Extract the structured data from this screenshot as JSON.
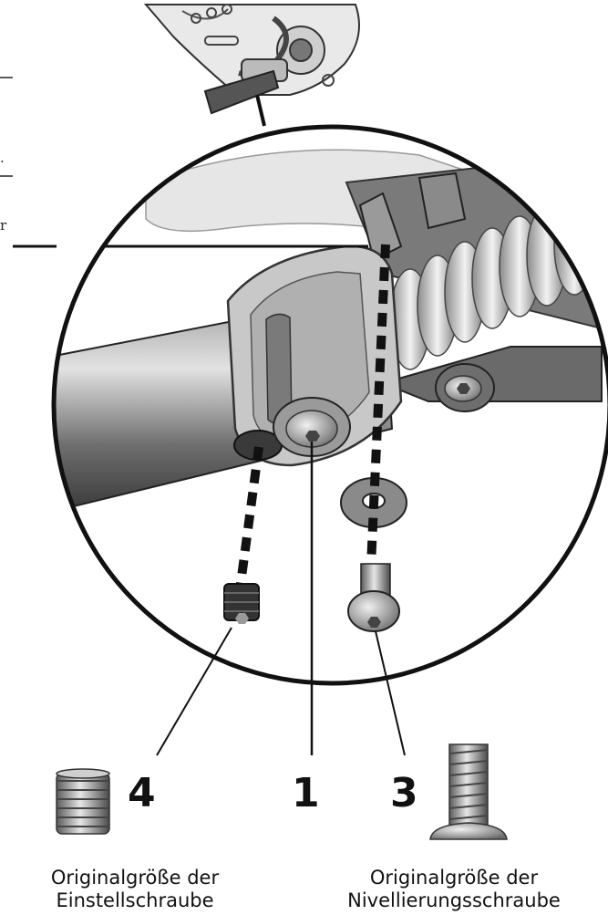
{
  "margin_fragments": {
    "a": ".",
    "b": "r"
  },
  "callouts": [
    {
      "number": "4"
    },
    {
      "number": "1"
    },
    {
      "number": "3"
    }
  ],
  "captions": {
    "left": {
      "line1": "Originalgröße der",
      "line2": "Einstellschraube"
    },
    "right": {
      "line1": "Originalgröße der",
      "line2": "Nivellierungsschraube"
    }
  },
  "colors": {
    "line": "#111111",
    "metal_light": "#d9d9d9",
    "metal_dark": "#555555"
  },
  "icons": [
    "set-screw-icon",
    "leveling-screw-icon",
    "washer-icon",
    "hex-socket-icon"
  ]
}
